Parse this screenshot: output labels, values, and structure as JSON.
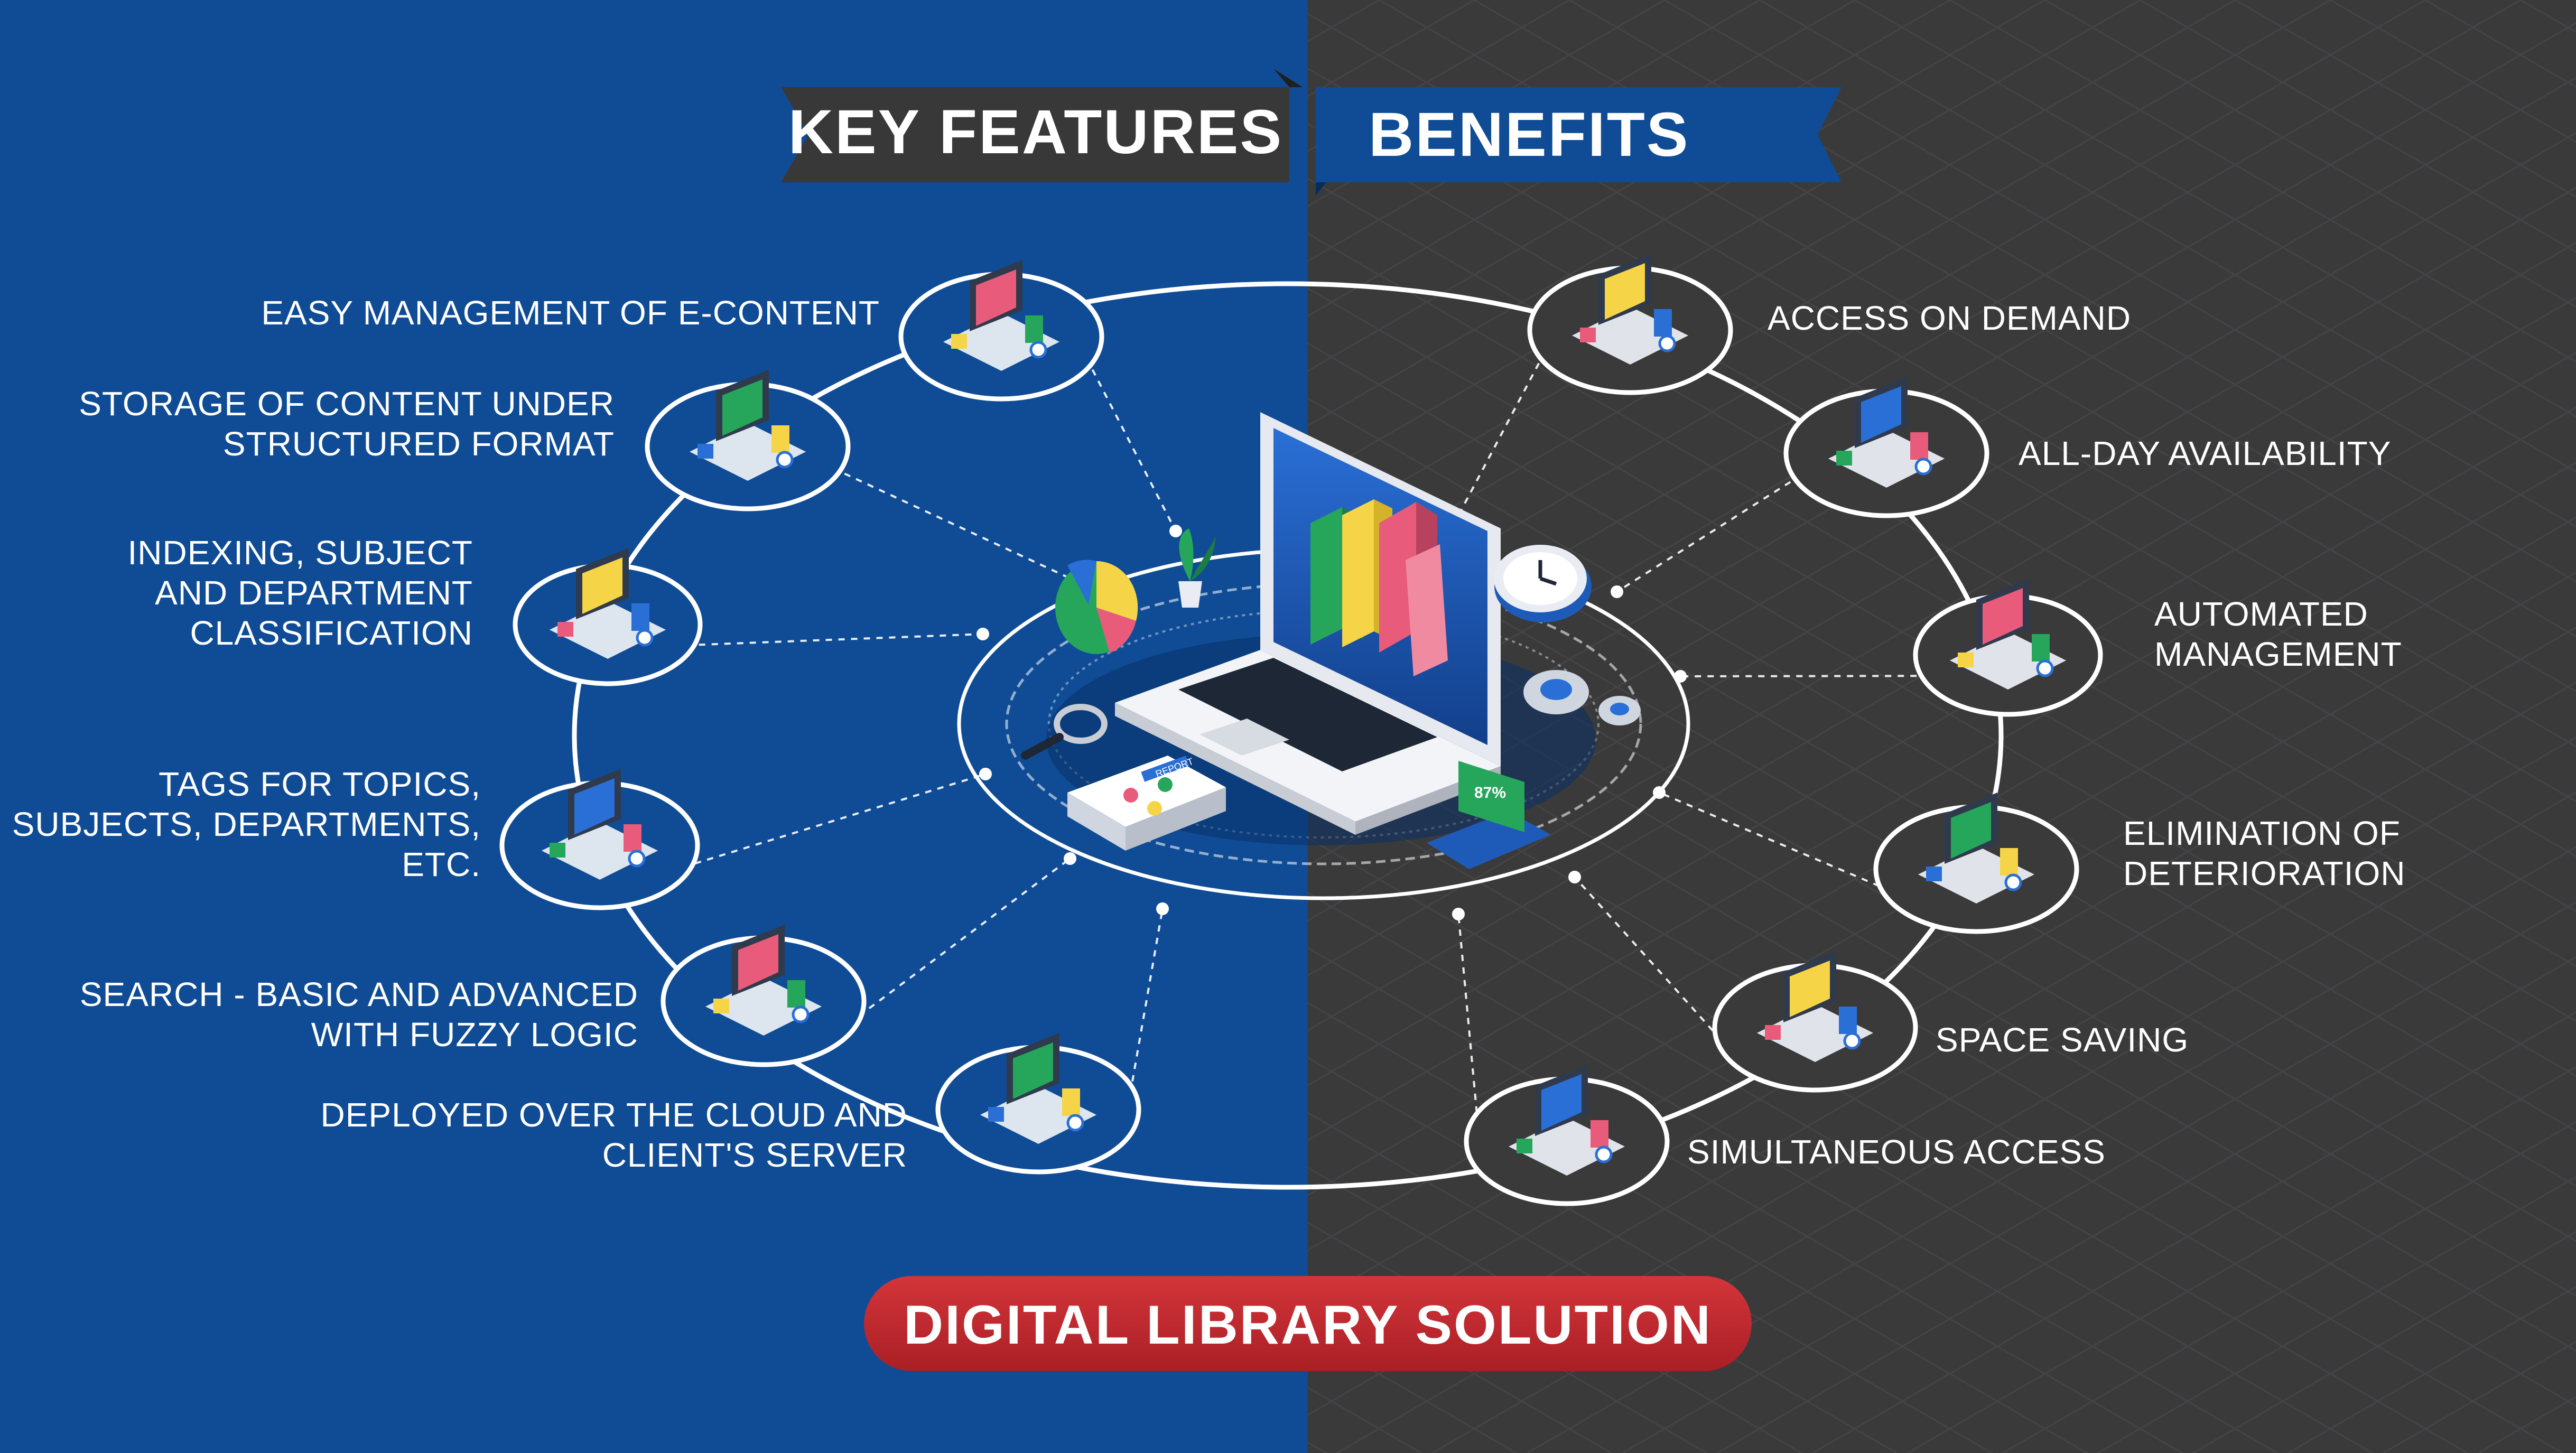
{
  "header": {
    "left_title": "KEY FEATURES",
    "right_title": "BENEFITS"
  },
  "key_features": [
    {
      "lines": [
        "EASY MANAGEMENT OF E-CONTENT"
      ],
      "icon": "laptop-books-icon"
    },
    {
      "lines": [
        "STORAGE OF CONTENT UNDER",
        "STRUCTURED FORMAT"
      ],
      "icon": "database-storage-icon"
    },
    {
      "lines": [
        "INDEXING, SUBJECT",
        "AND DEPARTMENT",
        "CLASSIFICATION"
      ],
      "icon": "indexing-screen-icon"
    },
    {
      "lines": [
        "TAGS FOR TOPICS,",
        "SUBJECTS, DEPARTMENTS,",
        "ETC."
      ],
      "icon": "tags-board-icon"
    },
    {
      "lines": [
        "SEARCH - BASIC AND ADVANCED",
        "WITH FUZZY LOGIC"
      ],
      "icon": "search-analytics-icon"
    },
    {
      "lines": [
        "DEPLOYED OVER THE CLOUD AND",
        "CLIENT'S SERVER"
      ],
      "icon": "cloud-server-icon"
    }
  ],
  "benefits": [
    {
      "lines": [
        "ACCESS ON DEMAND"
      ],
      "icon": "person-gear-icon"
    },
    {
      "lines": [
        "ALL-DAY AVAILABILITY"
      ],
      "icon": "monitor-24-7-icon"
    },
    {
      "lines": [
        "AUTOMATED",
        "MANAGEMENT"
      ],
      "icon": "automation-gears-icon"
    },
    {
      "lines": [
        "ELIMINATION OF",
        "DETERIORATION"
      ],
      "icon": "burning-documents-icon"
    },
    {
      "lines": [
        "SPACE SAVING"
      ],
      "icon": "compact-device-icon"
    },
    {
      "lines": [
        "SIMULTANEOUS ACCESS"
      ],
      "icon": "dual-laptops-icon"
    }
  ],
  "center": {
    "icon": "central-laptop-library-icon",
    "report_label": "REPORT",
    "stat_label": "87%"
  },
  "footer": {
    "title": "DIGITAL LIBRARY SOLUTION"
  },
  "colors": {
    "left_background": "#0f4c95",
    "right_background": "#3a3a3b",
    "left_banner": "#383838",
    "right_banner": "#0f4c95",
    "footer_pill": "#c1272d",
    "ring": "#ffffff"
  }
}
